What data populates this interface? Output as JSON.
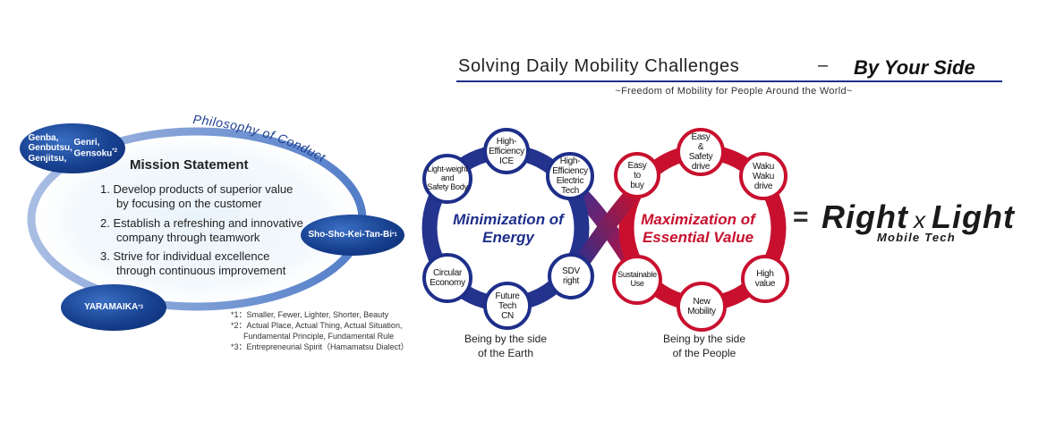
{
  "header": {
    "title": "Solving Daily Mobility Challenges",
    "dash": "–",
    "tagline": "By Your Side",
    "subtitle": "~Freedom of Mobility for People Around the World~"
  },
  "philosophy": {
    "arc_label": "Philosophy of Conduct",
    "mission_title": "Mission Statement",
    "mission_items": [
      "1. Develop products of superior value by focusing on the customer",
      "2. Establish a refreshing and innovative company through teamwork",
      "3. Strive for individual excellence through continuous improvement"
    ],
    "ovals": {
      "genba": "Genba, Genbutsu, Genjitsu,",
      "genri": "Genri, Gensoku",
      "genri_note": "*2",
      "sho": "Sho-Sho-Kei-Tan-Bi",
      "sho_note": "*1",
      "yaramaika": "YARAMAIKA",
      "yaramaika_note": "*3"
    },
    "notes": [
      "*1：Smaller, Fewer, Lighter, Shorter, Beauty",
      "*2：Actual Place, Actual Thing, Actual Situation,",
      "      Fundamental Principle, Fundamental Rule",
      "*3：Entrepreneurial Spirit（Hamamatsu Dialect）"
    ]
  },
  "infinity": {
    "left_title_line1": "Minimization of",
    "left_title_line2": "Energy",
    "right_title_line1": "Maximization of",
    "right_title_line2": "Essential Value",
    "left_nodes": [
      "High-\nEfficiency\nICE",
      "High-\nEfficiency\nElectric\nTech",
      "Light-weight\nand\nSafety Body",
      "Circular\nEconomy",
      "Future Tech\nCN",
      "SDV\nright"
    ],
    "right_nodes": [
      "Easy\n&\nSafety\ndrive",
      "Easy\nto\nbuy",
      "Waku\nWaku\ndrive",
      "Sustainable\nUse",
      "New\nMobility",
      "High\nvalue"
    ],
    "left_caption": "Being by the side\nof the Earth",
    "right_caption": "Being by the side\nof the People"
  },
  "brand": {
    "equals": "=",
    "logo_right": "Right",
    "logo_x": "x",
    "logo_light": "Light",
    "logo_sub": "Mobile Tech"
  },
  "colors": {
    "blue": "#1e2f8a",
    "red": "#c8102e",
    "navy": "#17408f"
  }
}
